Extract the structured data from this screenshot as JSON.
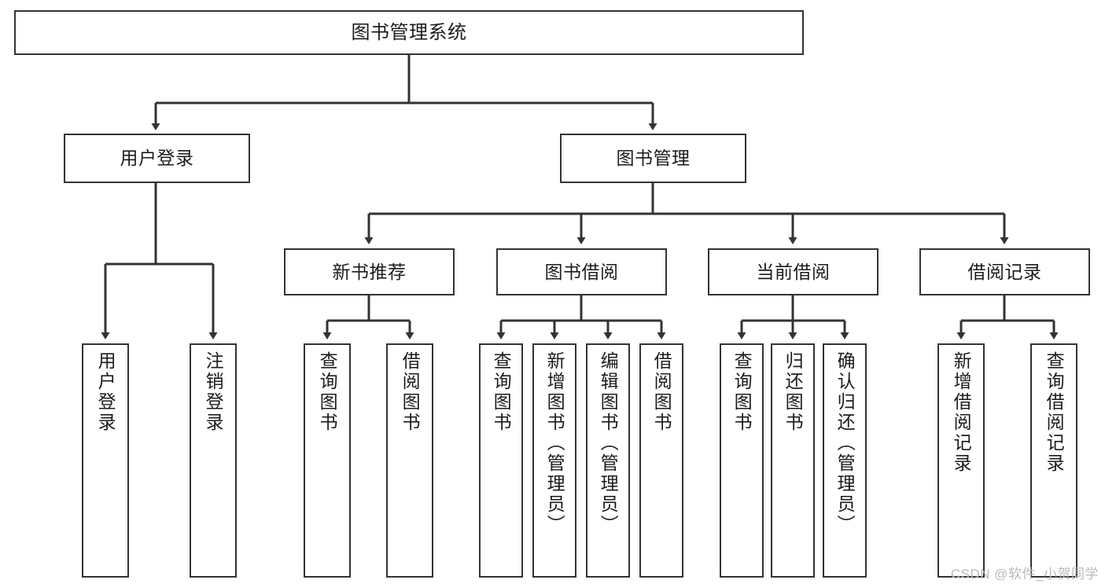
{
  "diagram": {
    "type": "tree-hierarchy-flowchart",
    "title": "图书管理系统",
    "watermark": "CSDN @软件_小贺同学",
    "colors": {
      "box_border": "#333333",
      "box_fill": "#ffffff",
      "connector": "#333333",
      "text": "#1c1c1c",
      "watermark": "#b9b9b9",
      "background": "#ffffff"
    },
    "levels": {
      "level1": "root",
      "level2": "modules",
      "level3": "submodules",
      "level4": "operations"
    },
    "nodes": {
      "root": {
        "id": "root",
        "label": "图书管理系统",
        "orientation": "horizontal"
      },
      "user_login": {
        "id": "user-login",
        "label": "用户登录",
        "orientation": "horizontal"
      },
      "book_manage": {
        "id": "book-manage",
        "label": "图书管理",
        "orientation": "horizontal"
      },
      "new_book_rec": {
        "id": "new-book-recommend",
        "label": "新书推荐",
        "orientation": "horizontal"
      },
      "book_borrow": {
        "id": "book-borrow",
        "label": "图书借阅",
        "orientation": "horizontal"
      },
      "current_borrow": {
        "id": "current-borrow",
        "label": "当前借阅",
        "orientation": "horizontal"
      },
      "borrow_record": {
        "id": "borrow-record",
        "label": "借阅记录",
        "orientation": "horizontal"
      },
      "leaf_user_login": {
        "id": "leaf-user-login",
        "label": "用户登录",
        "orientation": "vertical"
      },
      "leaf_logout": {
        "id": "leaf-logout",
        "label": "注销登录",
        "orientation": "vertical"
      },
      "leaf_query_book_1": {
        "id": "leaf-query-book-1",
        "label": "查询图书",
        "orientation": "vertical"
      },
      "leaf_borrow_book_1": {
        "id": "leaf-borrow-book-1",
        "label": "借阅图书",
        "orientation": "vertical"
      },
      "leaf_query_book_2": {
        "id": "leaf-query-book-2",
        "label": "查询图书",
        "orientation": "vertical"
      },
      "leaf_add_book": {
        "id": "leaf-add-book",
        "label": "新增图书（管理员）",
        "orientation": "vertical"
      },
      "leaf_edit_book": {
        "id": "leaf-edit-book",
        "label": "编辑图书（管理员）",
        "orientation": "vertical"
      },
      "leaf_borrow_book_2": {
        "id": "leaf-borrow-book-2",
        "label": "借阅图书",
        "orientation": "vertical"
      },
      "leaf_query_book_3": {
        "id": "leaf-query-book-3",
        "label": "查询图书",
        "orientation": "vertical"
      },
      "leaf_return_book": {
        "id": "leaf-return-book",
        "label": "归还图书",
        "orientation": "vertical"
      },
      "leaf_confirm_return": {
        "id": "leaf-confirm-return",
        "label": "确认归还（管理员）",
        "orientation": "vertical"
      },
      "leaf_add_record": {
        "id": "leaf-add-record",
        "label": "新增借阅记录",
        "orientation": "vertical"
      },
      "leaf_query_record": {
        "id": "leaf-query-record",
        "label": "查询借阅记录",
        "orientation": "vertical"
      }
    },
    "edges": [
      {
        "from": "root",
        "to": "user_login"
      },
      {
        "from": "root",
        "to": "book_manage"
      },
      {
        "from": "user_login",
        "to": "leaf_user_login"
      },
      {
        "from": "user_login",
        "to": "leaf_logout"
      },
      {
        "from": "book_manage",
        "to": "new_book_rec"
      },
      {
        "from": "book_manage",
        "to": "book_borrow"
      },
      {
        "from": "book_manage",
        "to": "current_borrow"
      },
      {
        "from": "book_manage",
        "to": "borrow_record"
      },
      {
        "from": "new_book_rec",
        "to": "leaf_query_book_1"
      },
      {
        "from": "new_book_rec",
        "to": "leaf_borrow_book_1"
      },
      {
        "from": "book_borrow",
        "to": "leaf_query_book_2"
      },
      {
        "from": "book_borrow",
        "to": "leaf_add_book"
      },
      {
        "from": "book_borrow",
        "to": "leaf_edit_book"
      },
      {
        "from": "book_borrow",
        "to": "leaf_borrow_book_2"
      },
      {
        "from": "current_borrow",
        "to": "leaf_query_book_3"
      },
      {
        "from": "current_borrow",
        "to": "leaf_return_book"
      },
      {
        "from": "current_borrow",
        "to": "leaf_confirm_return"
      },
      {
        "from": "borrow_record",
        "to": "leaf_add_record"
      },
      {
        "from": "borrow_record",
        "to": "leaf_query_record"
      }
    ]
  }
}
